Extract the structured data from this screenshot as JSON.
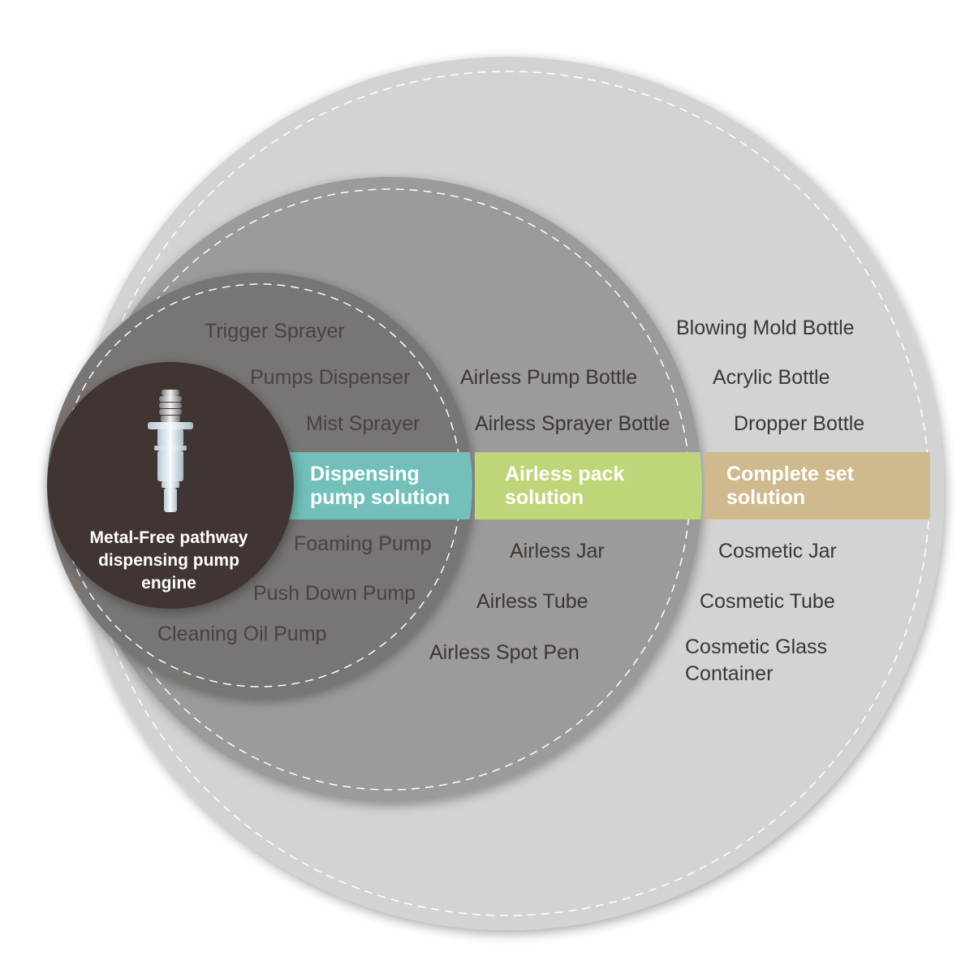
{
  "colors": {
    "outer_ring": "#d3d3d3",
    "middle_ring": "#9c9a9a",
    "inner_ring": "#787473",
    "core": "#3f3430",
    "band_dispensing": "#73bfb9",
    "band_airless": "#bfd57a",
    "band_complete": "#cfb98e",
    "text_dark": "#3e3632",
    "text_light": "#4a4140"
  },
  "core": {
    "icon": "pump-engine-icon",
    "label_lines": [
      "Metal-Free pathway",
      "dispensing pump",
      "engine"
    ]
  },
  "bands": {
    "dispensing": [
      "Dispensing",
      "pump solution"
    ],
    "airless": [
      "Airless pack",
      "solution"
    ],
    "complete": [
      "Complete set",
      "solution"
    ]
  },
  "inner_items": {
    "trigger_sprayer": "Trigger Sprayer",
    "pumps_dispenser": "Pumps Dispenser",
    "mist_sprayer": "Mist Sprayer",
    "foaming_pump": "Foaming Pump",
    "push_down_pump": "Push Down Pump",
    "cleaning_oil_pump": "Cleaning Oil Pump"
  },
  "middle_items": {
    "airless_pump_bottle": "Airless Pump Bottle",
    "airless_sprayer_bottle": "Airless Sprayer Bottle",
    "airless_jar": "Airless Jar",
    "airless_tube": "Airless Tube",
    "airless_spot_pen": "Airless Spot Pen"
  },
  "outer_items": {
    "blowing_mold_bottle": "Blowing Mold Bottle",
    "acrylic_bottle": "Acrylic Bottle",
    "dropper_bottle": "Dropper Bottle",
    "cosmetic_jar": "Cosmetic Jar",
    "cosmetic_tube": "Cosmetic Tube",
    "cosmetic_glass_container": [
      "Cosmetic Glass",
      "Container"
    ]
  }
}
